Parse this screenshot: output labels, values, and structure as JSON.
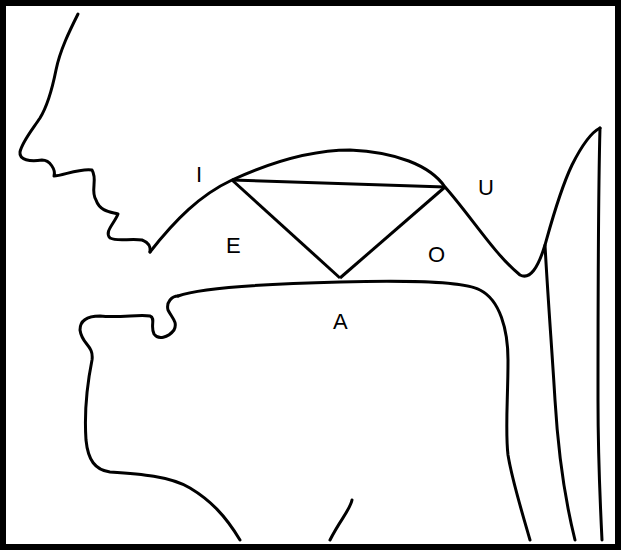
{
  "diagram": {
    "labels": [
      "I",
      "E",
      "A",
      "O",
      "U"
    ]
  }
}
